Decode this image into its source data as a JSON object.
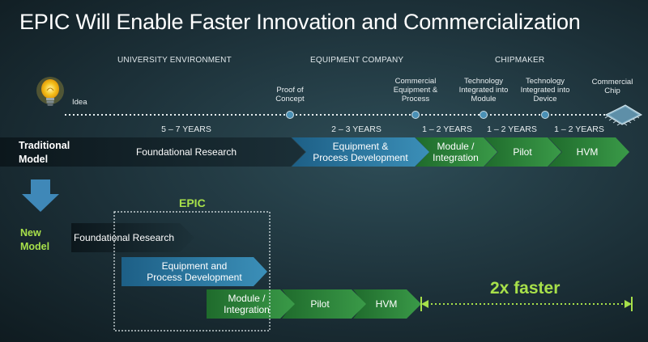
{
  "title": "EPIC Will Enable Faster Innovation and Commercialization",
  "phases": {
    "university": "UNIVERSITY ENVIRONMENT",
    "equipment": "EQUIPMENT COMPANY",
    "chipmaker": "CHIPMAKER"
  },
  "milestones": {
    "idea": "Idea",
    "proof": [
      "Proof of",
      "Concept"
    ],
    "commercial_equipment": [
      "Commercial",
      "Equipment &",
      "Process"
    ],
    "tech_module": [
      "Technology",
      "Integrated into",
      "Module"
    ],
    "tech_device": [
      "Technology",
      "Integrated into",
      "Device"
    ],
    "commercial_chip": [
      "Commercial",
      "Chip"
    ]
  },
  "durations": [
    "5 – 7 YEARS",
    "2 – 3 YEARS",
    "1 – 2 YEARS",
    "1 – 2 YEARS",
    "1 – 2 YEARS"
  ],
  "traditional": {
    "label": [
      "Traditional",
      "Model"
    ],
    "stages": {
      "research": "Foundational Research",
      "equipment": [
        "Equipment &",
        "Process Development"
      ],
      "module": [
        "Module /",
        "Integration"
      ],
      "pilot": "Pilot",
      "hvm": "HVM"
    }
  },
  "new_model": {
    "label": [
      "New",
      "Model"
    ],
    "epic": "EPIC",
    "stages": {
      "research": "Foundational Research",
      "equipment": [
        "Equipment and",
        "Process Development"
      ],
      "module": [
        "Module /",
        "Integration"
      ],
      "pilot": "Pilot",
      "hvm": "HVM"
    },
    "faster": "2x faster"
  },
  "colors": {
    "accent_green": "#a7e04a",
    "blue_stage": "#2f7ea8",
    "green_stage": "#2e8b3e",
    "dark_stage": "#14242b"
  }
}
